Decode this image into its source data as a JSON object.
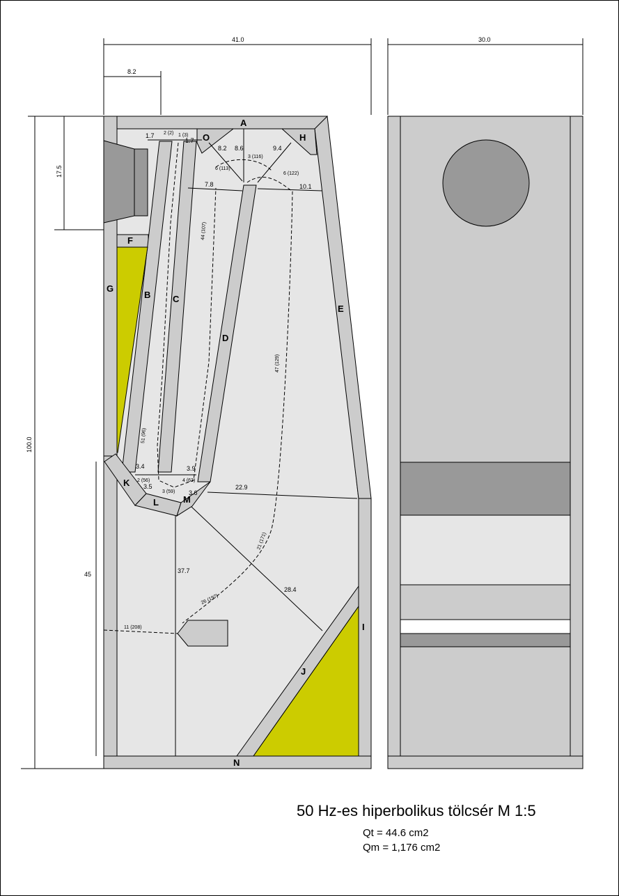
{
  "title": "50 Hz-es hiperbolikus tölcsér M 1:5",
  "qt": "Qt = 44.6 cm2",
  "qm": "Qm = 1,176 cm2",
  "colors": {
    "panel": "#cccccc",
    "air": "#e6e6e6",
    "fill": "#cccc00",
    "driver": "#999999"
  },
  "parts": {
    "A": "A",
    "B": "B",
    "C": "C",
    "D": "D",
    "E": "E",
    "F": "F",
    "G": "G",
    "H": "H",
    "I": "I",
    "J": "J",
    "K": "K",
    "L": "L",
    "M": "M",
    "N": "N",
    "O": "O"
  },
  "dims": {
    "width_side": "41.0",
    "width_front": "30.0",
    "driver_offset": "8.2",
    "driver_height": "17.5",
    "total_height": "100.0",
    "bottom_height": "45",
    "d1_7a": "1.7",
    "d2_2": "2 (2)",
    "d1_3": "1 (3)",
    "d1_7b": "1.7",
    "d8_2": "8.2",
    "d8_6": "8.6",
    "d9_4": "9.4",
    "d3_116": "3 (116)",
    "d6_113": "6 (113)",
    "d6_122": "6 (122)",
    "d7_8": "7.8",
    "d10_1": "10.1",
    "d44_107": "44 (107)",
    "d47_129": "47 (129)",
    "d51_96": "51 (96)",
    "d3_4": "3.4",
    "d2_56": "2 (56)",
    "d3_5": "3.5",
    "d3_59": "3 (59)",
    "d3_9": "3.9",
    "d4_63": "4 (63)",
    "d3_6": "3.6",
    "d22_9": "22.9",
    "d37_7": "37.7",
    "d28_4": "28.4",
    "d21_171": "21 (171)",
    "d26_197": "26 (197)",
    "d11_208": "11 (208)"
  }
}
